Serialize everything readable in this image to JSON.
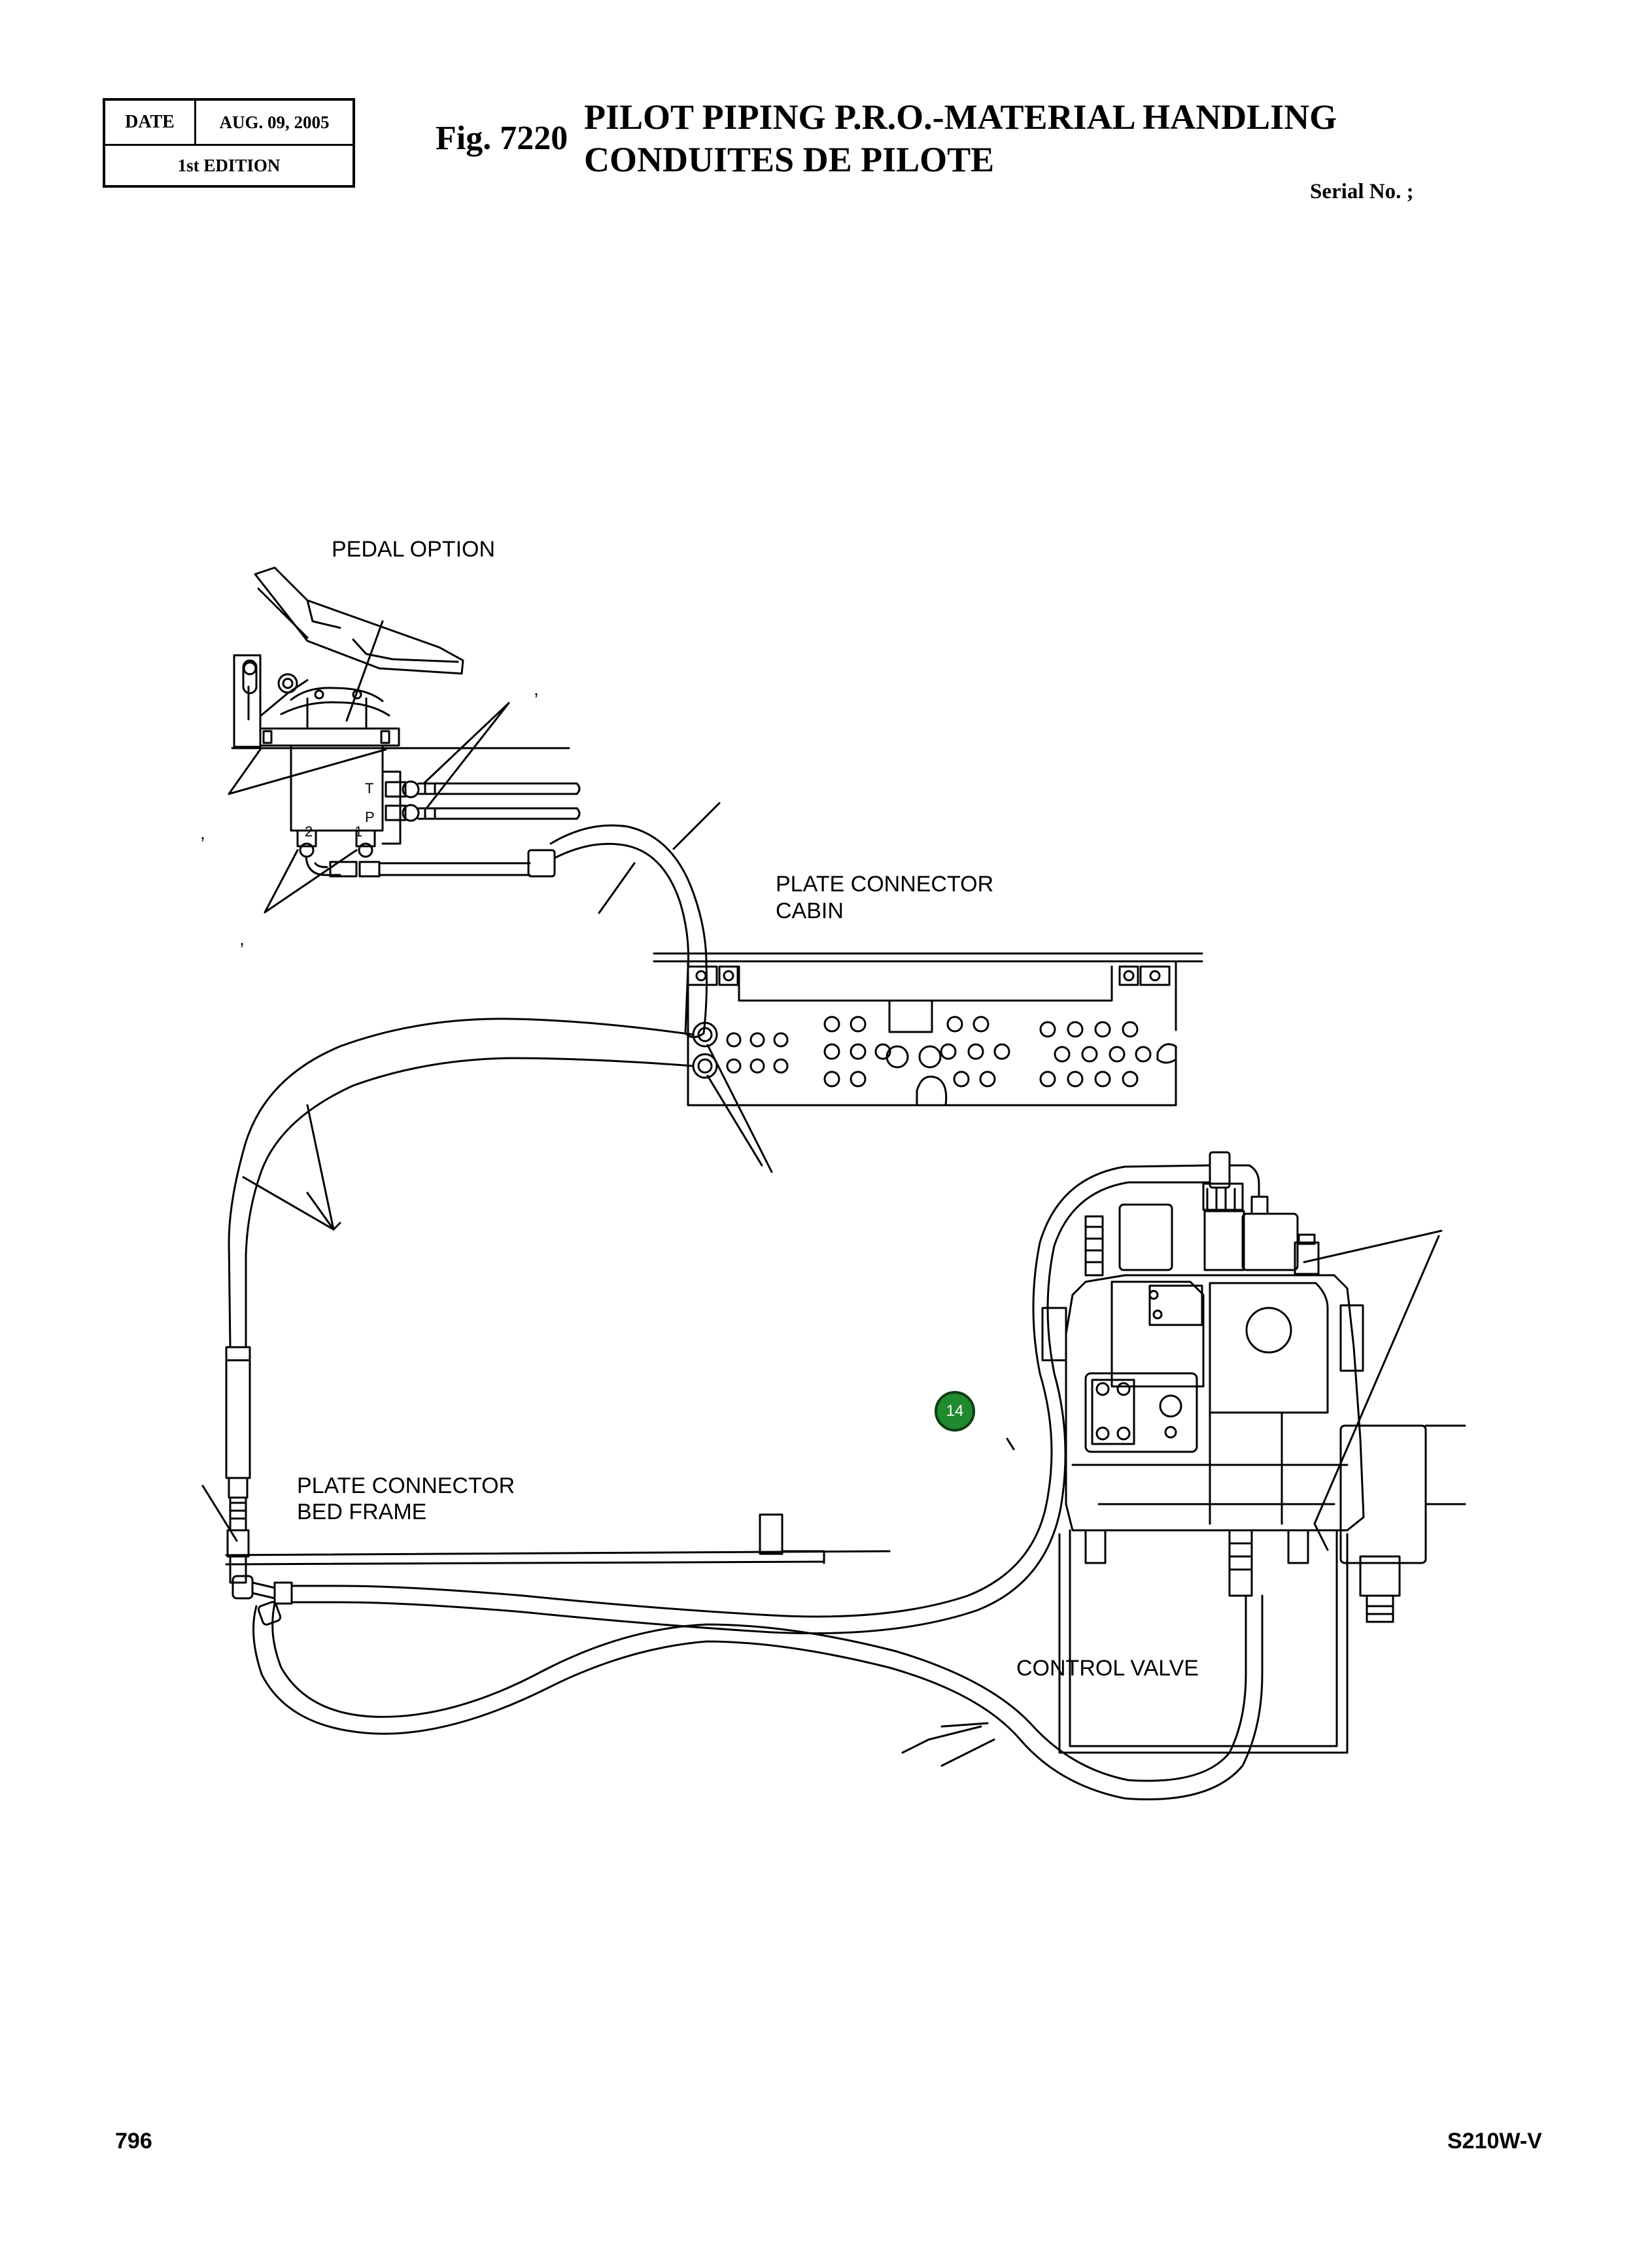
{
  "header": {
    "date_label": "DATE",
    "date_value": "AUG. 09, 2005",
    "edition": "1st EDITION"
  },
  "figure": {
    "number": "Fig. 7220",
    "title_en": "PILOT PIPING P.R.O.-MATERIAL HANDLING",
    "title_fr": "CONDUITES DE PILOTE",
    "serial": "Serial No. ;"
  },
  "labels": {
    "pedal_option": "PEDAL OPTION",
    "plate_connector_cabin_1": "PLATE CONNECTOR",
    "plate_connector_cabin_2": "CABIN",
    "plate_connector_bed_1": "PLATE CONNECTOR",
    "plate_connector_bed_2": "BED FRAME",
    "control_valve": "CONTROL VALVE",
    "port_t": "T",
    "port_p": "P",
    "port_2": "2",
    "port_1": "1",
    "comma": ","
  },
  "callouts": [
    {
      "number": "14",
      "color": "#1f8a2e"
    }
  ],
  "footer": {
    "page": "796",
    "model": "S210W-V"
  }
}
